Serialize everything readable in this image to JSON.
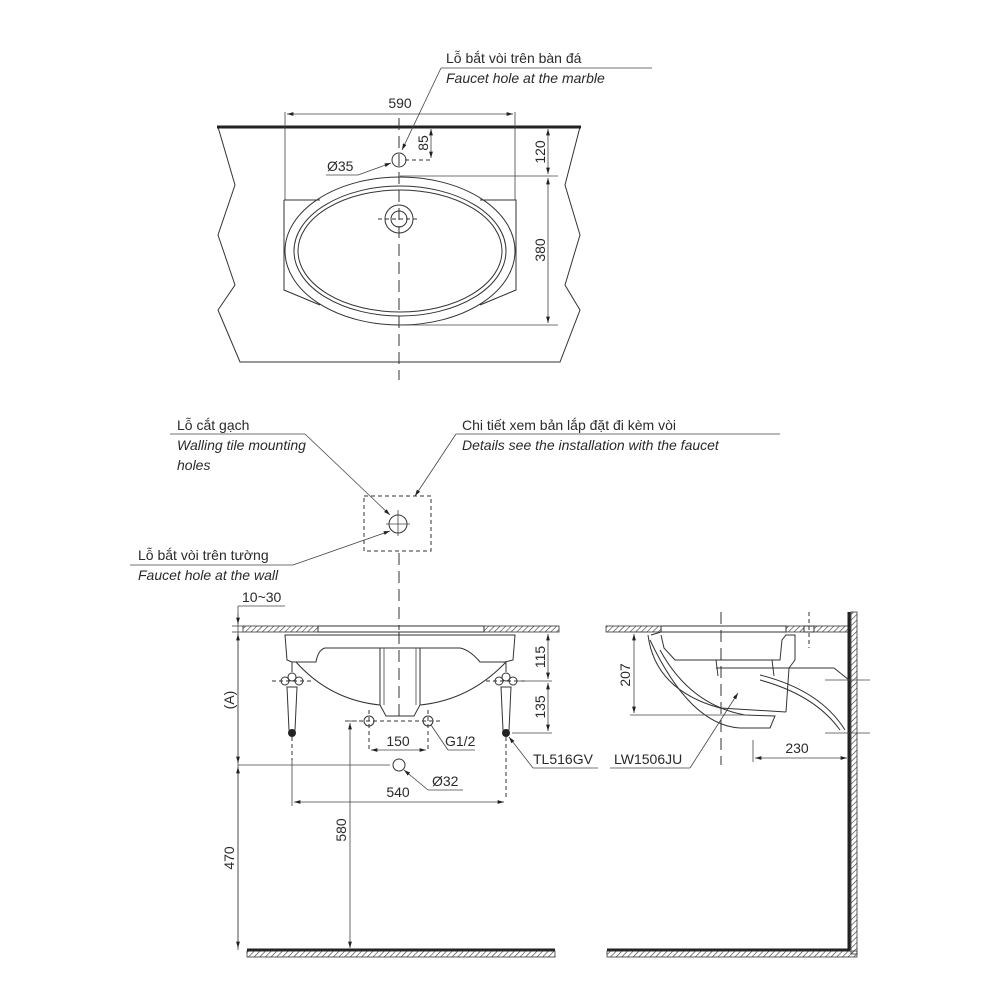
{
  "top_view": {
    "faucet_hole_marble": {
      "label_vi": "Lỗ bắt vòi trên bàn đá",
      "label_en": "Faucet hole at the marble"
    },
    "dimensions": {
      "width": "590",
      "hole_offset": "85",
      "basin_offset": "120",
      "basin_depth": "380",
      "hole_diameter": "Ø35"
    }
  },
  "front_view": {
    "tile_holes": {
      "label_vi": "Lỗ cắt gạch",
      "label_en_line1": "Walling tile mounting",
      "label_en_line2": "holes"
    },
    "installation_details": {
      "label_vi": "Chi tiết xem bản lắp đặt đi kèm vòi",
      "label_en": "Details see the installation with the faucet"
    },
    "faucet_hole_wall": {
      "label_vi": "Lỗ bắt vòi trên tường",
      "label_en": "Faucet hole at the wall"
    },
    "dimensions": {
      "counter_thickness": "10~30",
      "height_a": "(A)",
      "dim_115": "115",
      "dim_135": "135",
      "supply_spacing": "150",
      "supply_thread": "G1/2",
      "bracket_spacing": "540",
      "drain_diameter": "Ø32",
      "drain_height": "580",
      "floor_height": "470"
    },
    "parts": {
      "bracket_model": "TL516GV"
    }
  },
  "side_view": {
    "parts": {
      "basin_model": "LW1506JU"
    },
    "dimensions": {
      "basin_height": "207",
      "drain_wall_offset": "230"
    }
  }
}
